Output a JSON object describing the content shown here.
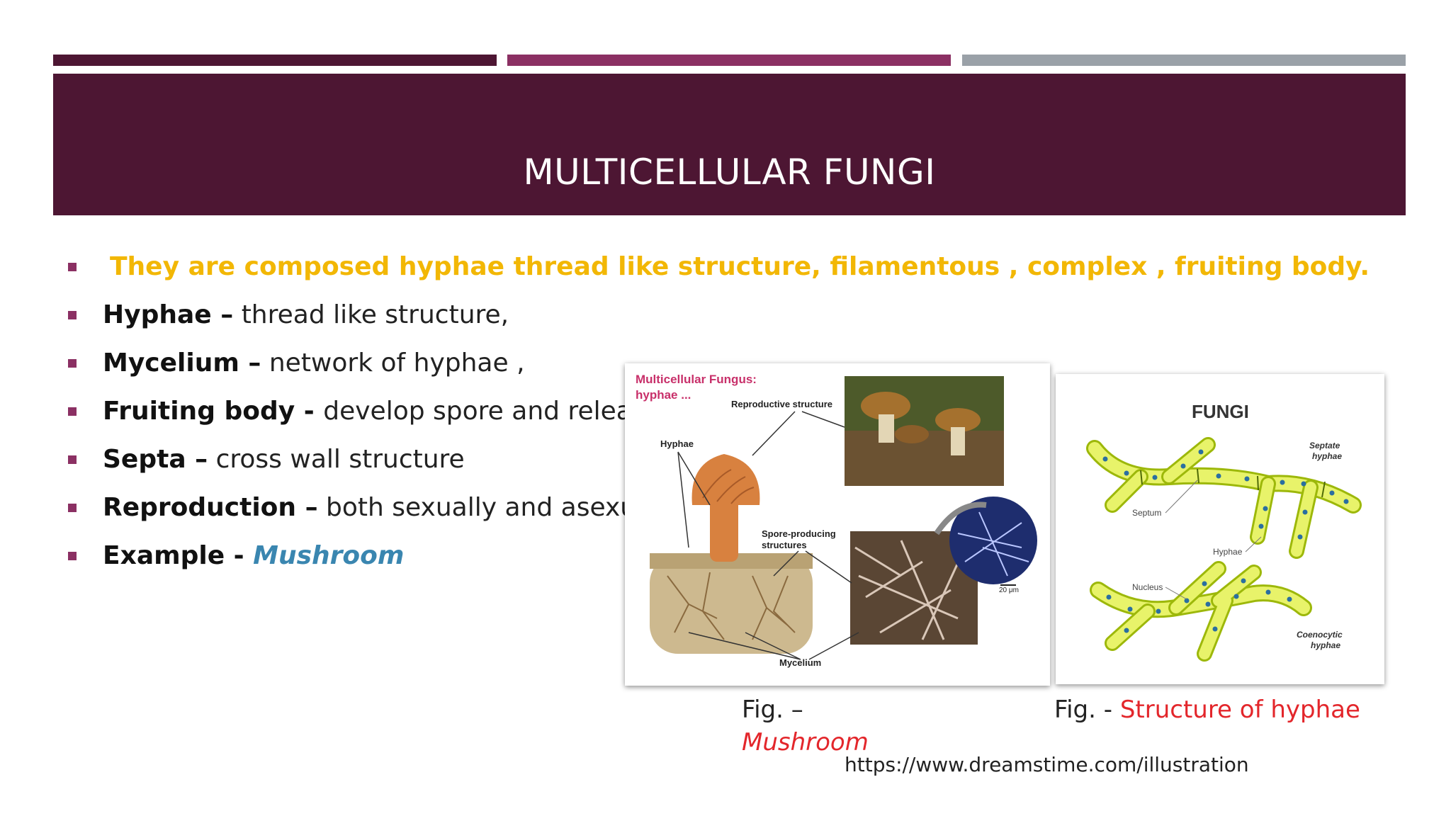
{
  "slide": {
    "title": "MULTICELLULAR FUNGI",
    "colors": {
      "header_bg": "#4d1633",
      "accent_bar_1": "#4d1633",
      "accent_bar_2": "#8b3063",
      "accent_bar_3": "#9aa1a8",
      "highlight": "#f2b705",
      "example": "#3a86b0",
      "caption_red": "#e3262b"
    }
  },
  "bullets": [
    {
      "term": "",
      "text": "They are composed hyphae thread like structure, filamentous , complex , fruiting body."
    },
    {
      "term": "Hyphae –",
      "text": " thread like structure,"
    },
    {
      "term": "Mycelium –",
      "text": " network of hyphae ,"
    },
    {
      "term": "Fruiting body - ",
      "text": " develop spore and release"
    },
    {
      "term": "Septa –",
      "text": " cross wall structure"
    },
    {
      "term": "Reproduction –",
      "text": " both sexually and asexually"
    },
    {
      "term": "Example - ",
      "text": "Mushroom"
    }
  ],
  "figure1": {
    "title_line1": "Multicellular Fungus:",
    "title_line2": "hyphae ...",
    "label_reproductive": "Reproductive structure",
    "label_hyphae": "Hyphae",
    "label_spore_1": "Spore-producing",
    "label_spore_2": "structures",
    "label_scale": "20 μm",
    "label_mycelium": "Mycelium",
    "caption_prefix": "Fig. –",
    "caption_name": "Mushroom"
  },
  "figure2": {
    "title": "FUNGI",
    "label_septate_1": "Septate",
    "label_septate_2": "hyphae",
    "label_septum": "Septum",
    "label_hyphae": "Hyphae",
    "label_nucleus": "Nucleus",
    "label_coenocytic_1": "Coenocytic",
    "label_coenocytic_2": "hyphae",
    "caption_prefix": "Fig. - ",
    "caption_name": "Structure of hyphae"
  },
  "source_url": "https://www.dreamstime.com/illustration"
}
